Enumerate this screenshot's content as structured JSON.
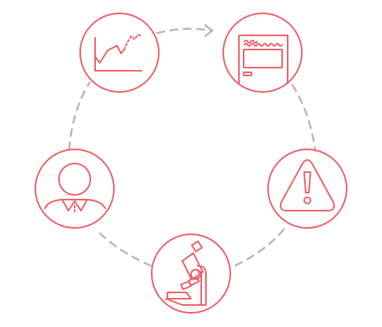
{
  "diagram": {
    "kind": "cycle",
    "colors": {
      "accent": "#ef6068",
      "connector": "#b7b7b7",
      "background": "#ffffff"
    },
    "nodes": [
      {
        "id": "trend-chart",
        "icon": "line-chart-icon"
      },
      {
        "id": "window-report",
        "icon": "browser-window-icon"
      },
      {
        "id": "alert",
        "icon": "warning-triangle-icon"
      },
      {
        "id": "microscope",
        "icon": "microscope-icon"
      },
      {
        "id": "person",
        "icon": "person-icon"
      }
    ],
    "connectors": [
      {
        "from": "trend-chart",
        "to": "window-report",
        "style": "dashed",
        "arrow": true
      },
      {
        "from": "window-report",
        "to": "alert",
        "style": "dashed",
        "arrow": false
      },
      {
        "from": "alert",
        "to": "microscope",
        "style": "dashed",
        "arrow": false
      },
      {
        "from": "microscope",
        "to": "person",
        "style": "dashed",
        "arrow": false
      },
      {
        "from": "person",
        "to": "trend-chart",
        "style": "dashed",
        "arrow": false
      }
    ]
  }
}
